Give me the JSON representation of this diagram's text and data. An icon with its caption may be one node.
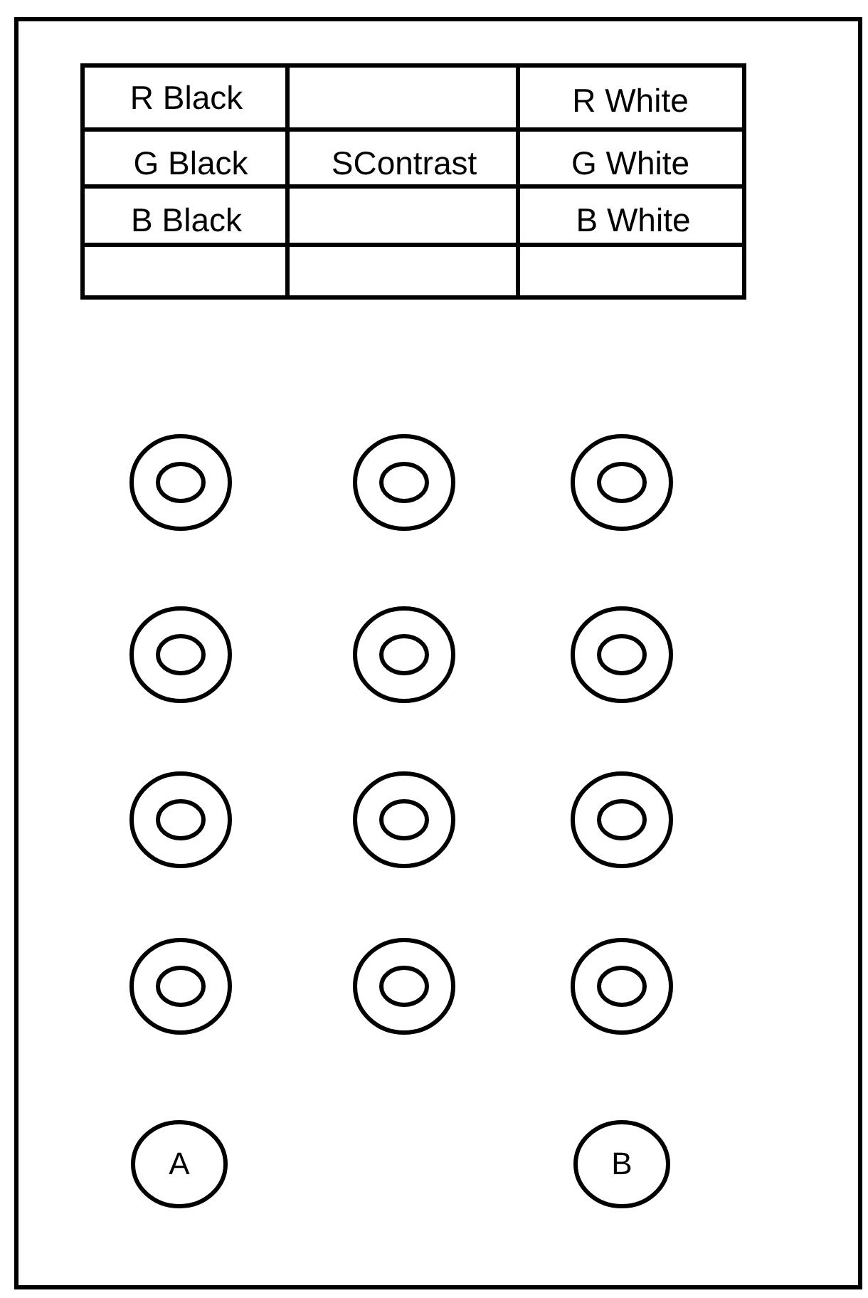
{
  "diagram": {
    "nodes": [
      {
        "text": [],
        "shape": "box"
      },
      {
        "text": [],
        "shape": "circle",
        "in": 0
      },
      {
        "text": [],
        "shape": "circle",
        "in": 0
      },
      {
        "text": [],
        "shape": "circle",
        "in": 0
      },
      {
        "text": [],
        "shape": "circle",
        "in": 0
      },
      {
        "text": [],
        "shape": "circle",
        "in": 0
      },
      {
        "text": [],
        "shape": "circle",
        "in": 0
      },
      {
        "text": [],
        "shape": "circle",
        "in": 0
      },
      {
        "text": [],
        "shape": "circle",
        "in": 0
      },
      {
        "text": [],
        "shape": "circle",
        "in": 0
      },
      {
        "text": [],
        "shape": "circle",
        "in": 0
      },
      {
        "text": [],
        "shape": "circle",
        "in": 0
      },
      {
        "text": [],
        "shape": "circle",
        "in": 0
      },
      {
        "text": [
          "A"
        ],
        "in": 0
      },
      {
        "text": [
          "B"
        ],
        "in": 0
      }
    ],
    "labels": [
      "R Black",
      "R White",
      "G Black",
      "SContrast",
      "G White",
      "B Black",
      "B White"
    ]
  }
}
